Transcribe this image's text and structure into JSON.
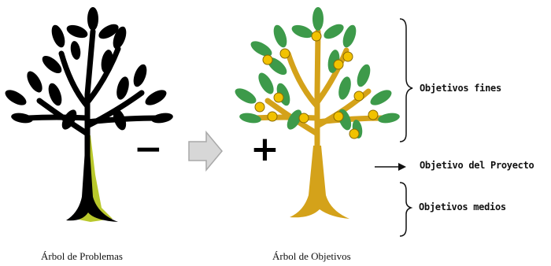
{
  "captions": {
    "problem_tree": "Árbol de Problemas",
    "objective_tree": "Árbol de Objetivos"
  },
  "signs": {
    "minus": "−",
    "plus": "+"
  },
  "labels": {
    "ends": "Objetivos fines",
    "project": "Objetivo del Proyecto",
    "means": "Objetivos medios"
  },
  "colors": {
    "problem_tree": "#000000",
    "problem_tree_shadow": "#b9c82c",
    "objective_trunk": "#d4a21a",
    "objective_leaves": "#3d9a4a",
    "fruit": "#f2c200",
    "transition_arrow": "#c8c8c8"
  }
}
